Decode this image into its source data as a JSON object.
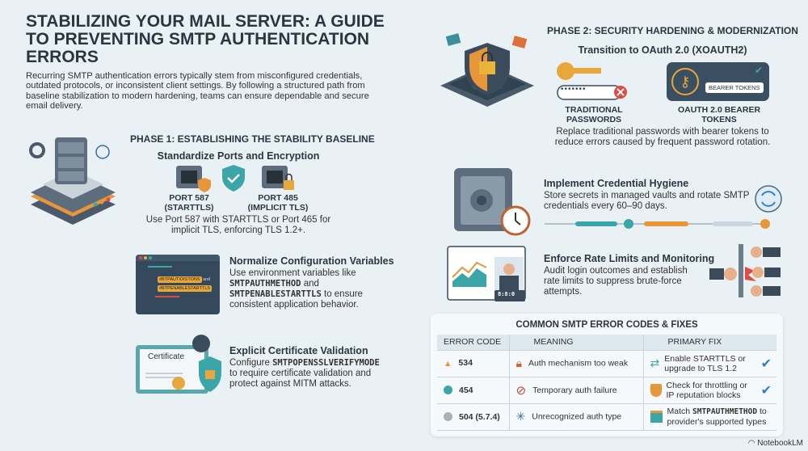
{
  "header": {
    "title": "STABILIZING YOUR MAIL SERVER: A GUIDE TO PREVENTING SMTP AUTHENTICATION ERRORS",
    "intro": "Recurring SMTP authentication errors typically stem from misconfigured credentials, outdated protocols, or inconsistent client settings. By following a structured path from baseline stabilization to modern hardening, teams can ensure dependable and secure email delivery."
  },
  "phase1": {
    "heading": "PHASE 1: ESTABLISHING THE STABILITY BASELINE",
    "ports": {
      "title": "Standardize Ports and Encryption",
      "port1": "PORT 587",
      "port1_sub": "(STARTTLS)",
      "port2": "PORT 485",
      "port2_sub": "(IMPLICIT TLS)",
      "desc": "Use Port 587 with STARTTLS or Port 465 for implicit TLS, enforcing TLS 1.2+."
    },
    "config": {
      "title": "Normalize Configuration Variables",
      "desc_1": "Use environment variables like",
      "var1": "SMTPAUTHMETHOD",
      "and": "and",
      "var2": "SMTPENABLESTARTTLS",
      "desc_2": "to ensure consistent application behavior.",
      "code_tag1": "#BTPAUTIOISTONS",
      "code_and": "and",
      "code_tag2": "#BTPENABLESTARTTLS"
    },
    "cert": {
      "title": "Explicit Certificate Validation",
      "desc_1": "Configure",
      "var": "SMTPOPENSSLVERIFYMODE",
      "desc_2": "to require certificate validation and protect against MITM attacks.",
      "cert_label": "Certificate"
    }
  },
  "phase2": {
    "heading": "PHASE 2: SECURITY HARDENING & MODERNIZATION",
    "oauth": {
      "title": "Transition to OAuth 2.0 (XOAUTH2)",
      "left_label": "TRADITIONAL PASSWORDS",
      "bearer_badge": "BEARER TOKENS",
      "right_label": "OAUTH 2.0 BEARER TOKENS",
      "desc": "Replace traditional passwords with bearer tokens to reduce errors caused by frequent password rotation.",
      "password_mask": "•••••••"
    },
    "hygiene": {
      "title": "Implement Credential Hygiene",
      "desc": "Store secrets in managed vaults and rotate SMTP credentials every 60–90 days."
    },
    "rate": {
      "title": "Enforce Rate Limits and Monitoring",
      "desc": "Audit login outcomes and establish rate limits to suppress brute-force attempts.",
      "counter": "8:8:0"
    }
  },
  "table": {
    "title": "COMMON SMTP ERROR CODES & FIXES",
    "headers": [
      "ERROR CODE",
      "MEANING",
      "PRIMARY FIX"
    ],
    "rows": [
      {
        "code": "534",
        "meaning": "Auth mechanism too weak",
        "fix": "Enable STARTTLS or upgrade to TLS 1.2",
        "status": "warning"
      },
      {
        "code": "454",
        "meaning": "Temporary auth failure",
        "fix": "Check for throttling or IP reputation blocks",
        "status": "ok"
      },
      {
        "code": "504 (5.7.4)",
        "meaning": "Unrecognized auth type",
        "fix_1": "Match",
        "fix_var": "SMTPAUTHMETHOD",
        "fix_2": "to provider's supported types",
        "status": "error"
      }
    ]
  },
  "footer": {
    "brand": "NotebookLM"
  },
  "colors": {
    "teal": "#3ba5a8",
    "orange": "#e8963a",
    "navy": "#3b4b5c",
    "red": "#e04a3f",
    "blue": "#2a7fd0"
  }
}
